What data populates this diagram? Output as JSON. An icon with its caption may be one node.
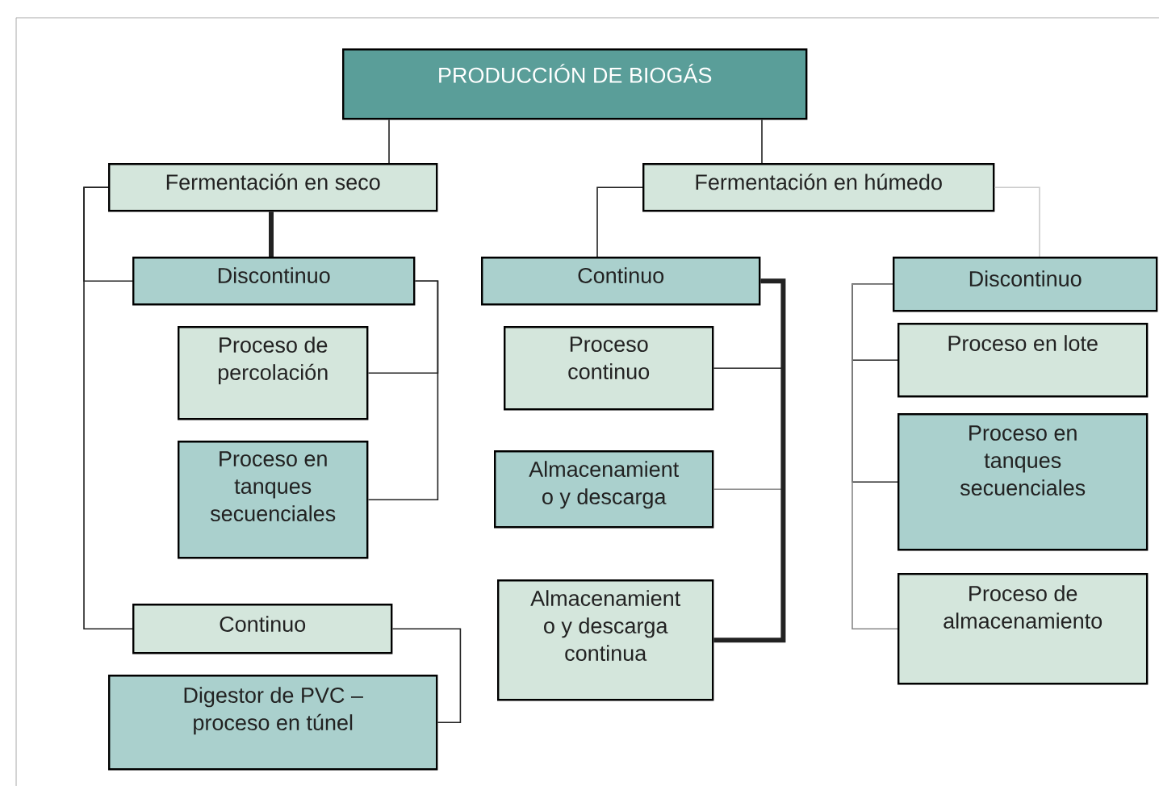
{
  "diagram": {
    "nodes": [
      {
        "text": [
          "PRODUCCIÓN DE BIOGÁS"
        ]
      },
      {
        "text": [
          "Fermentación en seco"
        ]
      },
      {
        "text": [
          "Fermentación en húmedo"
        ]
      },
      {
        "text": [
          "Discontinuo"
        ]
      },
      {
        "text": [
          "Proceso de percolación"
        ]
      },
      {
        "text": [
          "Proceso en tanques secuenciales"
        ]
      },
      {
        "text": [
          "Continuo"
        ]
      },
      {
        "text": [
          "Digestor de PVC – proceso en túnel"
        ]
      },
      {
        "text": [
          "Continuo"
        ]
      },
      {
        "text": [
          "Proceso continuo"
        ]
      },
      {
        "text": [
          "Almacenamient o y descarga"
        ]
      },
      {
        "text": [
          "Almacenamient o y descarga continua"
        ]
      },
      {
        "text": [
          "Discontinuo"
        ]
      },
      {
        "text": [
          "Proceso en lote"
        ]
      },
      {
        "text": [
          "Proceso en tanques secuenciales"
        ]
      },
      {
        "text": [
          "Proceso de almacenamiento"
        ]
      }
    ],
    "edges": [
      {
        "from": 0,
        "to": 1,
        "arrow": "none"
      },
      {
        "from": 0,
        "to": 2,
        "arrow": "none"
      },
      {
        "from": 1,
        "to": 3,
        "arrow": "none",
        "style": "thick"
      },
      {
        "from": 1,
        "to": 3,
        "arrow": "none"
      },
      {
        "from": 1,
        "to": 6,
        "arrow": "none"
      },
      {
        "from": 3,
        "to": 4,
        "arrow": "none"
      },
      {
        "from": 3,
        "to": 5,
        "arrow": "none"
      },
      {
        "from": 6,
        "to": 7,
        "arrow": "none"
      },
      {
        "from": 2,
        "to": 8,
        "arrow": "none"
      },
      {
        "from": 2,
        "to": 12,
        "arrow": "none",
        "color": "#cccccc"
      },
      {
        "from": 8,
        "to": 9,
        "arrow": "none"
      },
      {
        "from": 8,
        "to": 10,
        "arrow": "none",
        "color": "#888888"
      },
      {
        "from": 8,
        "to": 11,
        "arrow": "none",
        "style": "thick"
      },
      {
        "from": 12,
        "to": 13,
        "arrow": "none"
      },
      {
        "from": 12,
        "to": 14,
        "arrow": "none"
      },
      {
        "from": 12,
        "to": 15,
        "arrow": "none",
        "color": "#888888"
      }
    ]
  }
}
